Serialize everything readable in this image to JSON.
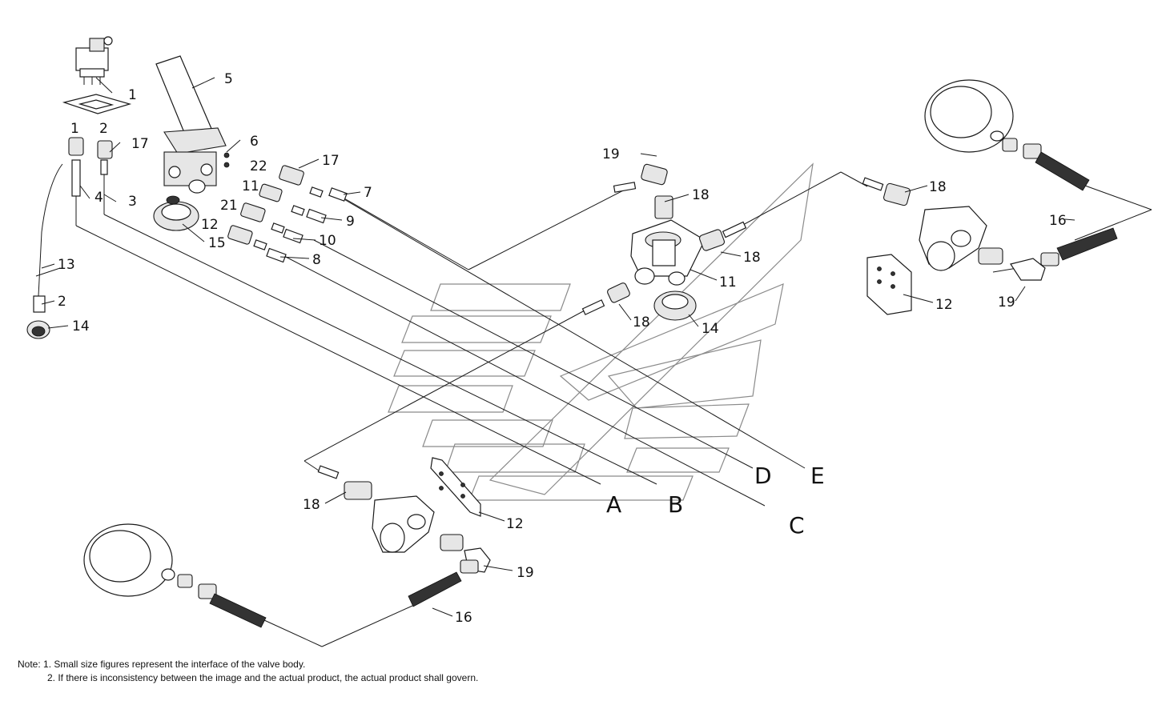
{
  "callouts": {
    "c1a": "1",
    "c1b": "1",
    "c2a": "2",
    "c2b": "2",
    "c3": "3",
    "c4": "4",
    "c5": "5",
    "c6": "6",
    "c7": "7",
    "c8": "8",
    "c9": "9",
    "c10": "10",
    "c11a": "11",
    "c11b": "11",
    "c12a": "12",
    "c12b": "12",
    "c12c": "12",
    "c13": "13",
    "c14a": "14",
    "c14b": "14",
    "c15": "15",
    "c16a": "16",
    "c16b": "16",
    "c17a": "17",
    "c17b": "17",
    "c18a": "18",
    "c18b": "18",
    "c18c": "18",
    "c18d": "18",
    "c18e": "18",
    "c19a": "19",
    "c19b": "19",
    "c19c": "19",
    "c21": "21",
    "c22": "22"
  },
  "connections": {
    "a": "A",
    "b": "B",
    "c": "C",
    "d": "D",
    "e": "E"
  },
  "notes": {
    "line1": "Note: 1. Small size figures represent the interface of the valve body.",
    "line2": "2. If there is inconsistency between the image and the actual product, the actual product shall govern."
  }
}
